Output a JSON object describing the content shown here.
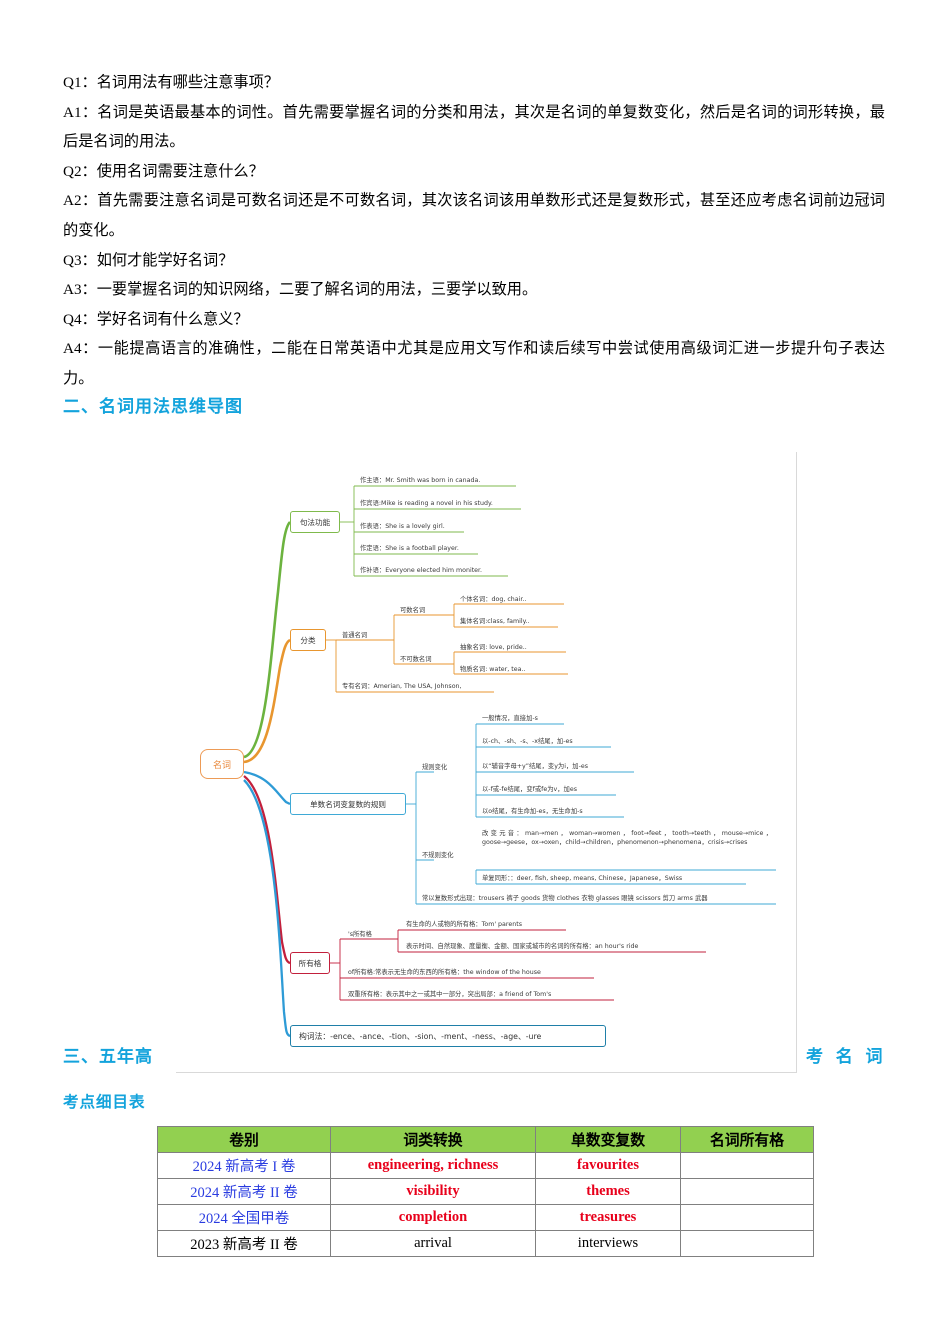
{
  "qa": {
    "lines": [
      "Q1：名词用法有哪些注意事项？",
      "A1：名词是英语最基本的词性。首先需要掌握名词的分类和用法，其次是名词的单复数变化，然后是名词的词形转换，最后是名词的用法。",
      "Q2：使用名词需要注意什么？",
      "A2：首先需要注意名词是可数名词还是不可数名词，其次该名词该用单数形式还是复数形式，甚至还应考虑名词前边冠词的变化。",
      "Q3：如何才能学好名词？",
      "A3：一要掌握名词的知识网络，二要了解名词的用法，三要学以致用。",
      "Q4：学好名词有什么意义？",
      "A4：一能提高语言的准确性，二能在日常英语中尤其是应用文写作和读后续写中尝试使用高级词汇进一步提升句子表达力。"
    ]
  },
  "headings": {
    "section2": "二、名词用法思维导图",
    "section3_left": "三、五年高",
    "section3_right": "考 名 词",
    "subheading": "考点细目表"
  },
  "mindmap": {
    "center": "名词",
    "colors": {
      "center": "#ED9B56",
      "syntax": "#7FBA4C",
      "classification": "#E8962F",
      "plural": "#3FA9D6",
      "possessive": "#C2203C",
      "wordformation": "#1F7FA8"
    },
    "branches": {
      "syntax": {
        "title": "句法功能",
        "items": [
          "作主语：Mr. Smith was born in canada.",
          "作宾语:Mike is reading a novel in his study.",
          "作表语：She is a lovely girl.",
          "作定语：She is a football player.",
          "作补语：Everyone elected him moniter."
        ]
      },
      "classification": {
        "title": "分类",
        "common": "普通名词",
        "countable": "可数名词",
        "countable_items": [
          "个体名词：dog, chair..",
          "集体名词:class, family.."
        ],
        "uncountable": "不可数名词",
        "uncountable_items": [
          "抽象名词: love, pride..",
          "物质名词: water, tea.."
        ],
        "proper": "专有名词：Amerian, The USA, Johnson,"
      },
      "plural": {
        "title": "单数名词变复数的规则",
        "regular": "规则变化",
        "regular_items": [
          "一般情况，直接加-s",
          "以-ch、-sh、-s、-x结尾，加-es",
          "以“辅音字母+y”结尾，变y为i，加-es",
          "以-f或-fe结尾，变f或fe为v，加es",
          "以o结尾，有生命加-es，无生命加-s"
        ],
        "irregular": "不规则变化",
        "irregular_items": [
          "改变元音：man→men，woman→women，foot→feet，tooth→teeth，mouse→mice，goose→geese，ox→oxen，child→children，phenomenon→phenomena，crisis→crises",
          "单复同形：：deer, fish, sheep, means, Chinese，Japanese，Swiss"
        ],
        "always_plural": "常以复数形式出现：trousers 裤子 goods 货物 clothes 衣物 glasses 眼镜 scissors 剪刀 arms 武器"
      },
      "possessive": {
        "title": "所有格",
        "s_title": "'s所有格",
        "s_items": [
          "有生命的人或物的所有格：Tom' parents",
          "表示时间、自然现象、度量衡、金额、国家或城市的名词的所有格：an hour's ride"
        ],
        "of_item": "of所有格:常表示无生命的东西的所有格：the window of the house",
        "double_item": "双重所有格：表示其中之一或其中一部分，突出局部：a friend of Tom's"
      },
      "wordformation": {
        "title": "构词法：-ence、-ance、-tion、-sion、-ment、-ness、-age、-ure"
      }
    }
  },
  "table": {
    "headers": [
      "卷别",
      "词类转换",
      "单数变复数",
      "名词所有格"
    ],
    "rows": [
      {
        "volume": "2024 新高考 I 卷",
        "conversion": "engineering, richness",
        "plural": "favourites",
        "possessive": "",
        "highlight": true
      },
      {
        "volume": "2024 新高考 II 卷",
        "conversion": "visibility",
        "plural": "themes",
        "possessive": "",
        "highlight": true
      },
      {
        "volume": "2024 全国甲卷",
        "conversion": "completion",
        "plural": "treasures",
        "possessive": "",
        "highlight": true
      },
      {
        "volume": "2023 新高考 II 卷",
        "conversion": "arrival",
        "plural": "interviews",
        "possessive": "",
        "highlight": false
      }
    ]
  }
}
